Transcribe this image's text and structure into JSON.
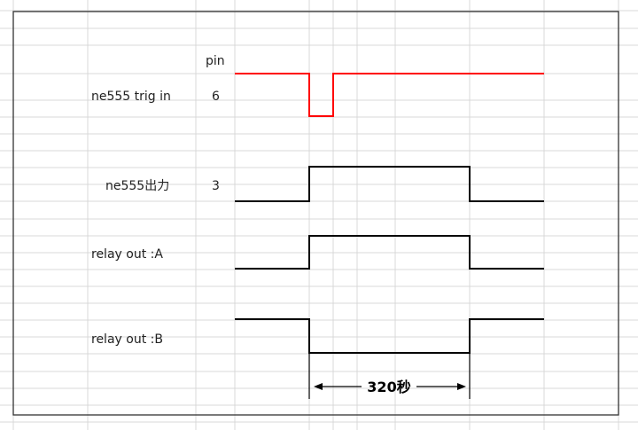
{
  "header": {
    "pin_label": "pin"
  },
  "signals": [
    {
      "name": "ne555 trig in",
      "pin": "6",
      "color": "#ff0000"
    },
    {
      "name": "ne555出力",
      "pin": "3",
      "color": "#000000"
    },
    {
      "name": "relay out :A",
      "pin": "",
      "color": "#000000"
    },
    {
      "name": "relay out :B",
      "pin": "",
      "color": "#000000"
    }
  ],
  "duration_label": "320秒"
}
